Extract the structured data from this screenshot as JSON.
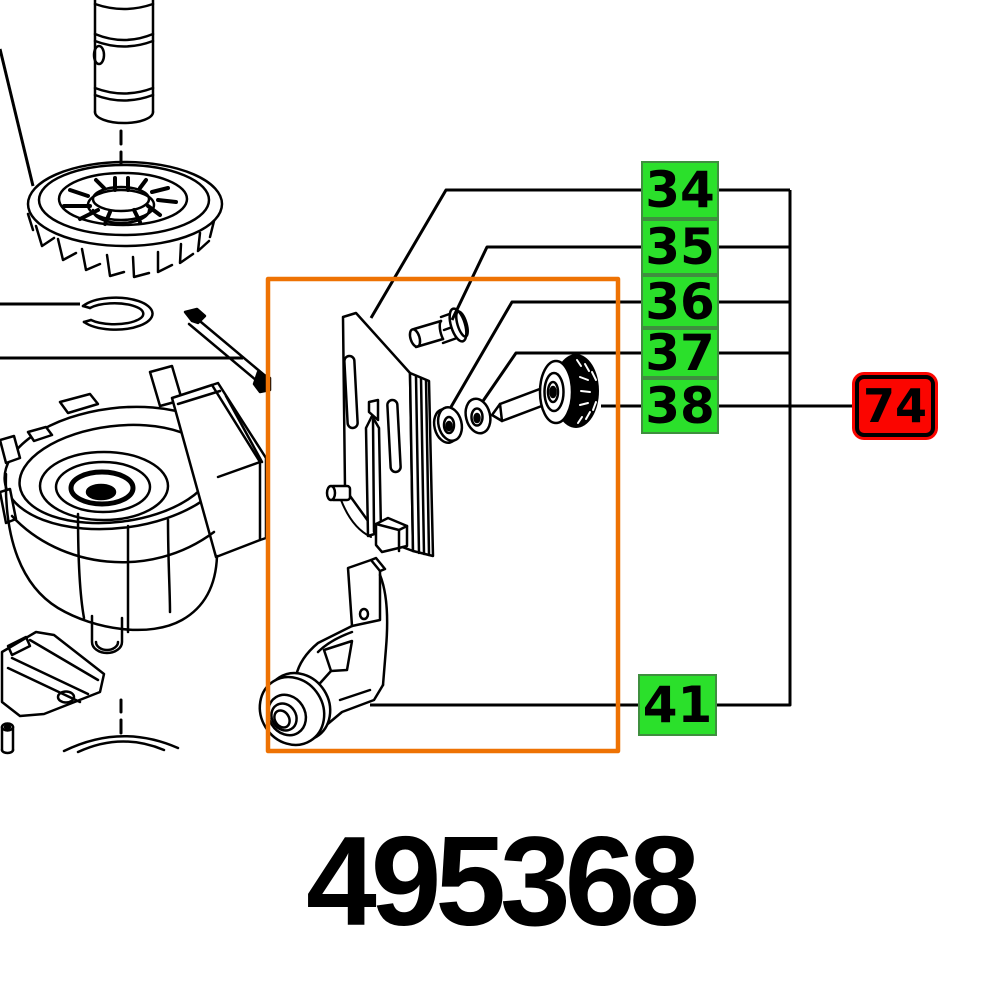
{
  "colors": {
    "part_callout_green": "#2be02b",
    "assembly_callout_red": "#fb0500",
    "selection_box_orange": "#ee7203",
    "line_black": "#000000",
    "background": "#ffffff"
  },
  "callouts": {
    "parts": [
      {
        "label": "34"
      },
      {
        "label": "35"
      },
      {
        "label": "36"
      },
      {
        "label": "37"
      },
      {
        "label": "38"
      },
      {
        "label": "41"
      }
    ],
    "assembly": {
      "label": "74"
    }
  },
  "order_number": "495368"
}
